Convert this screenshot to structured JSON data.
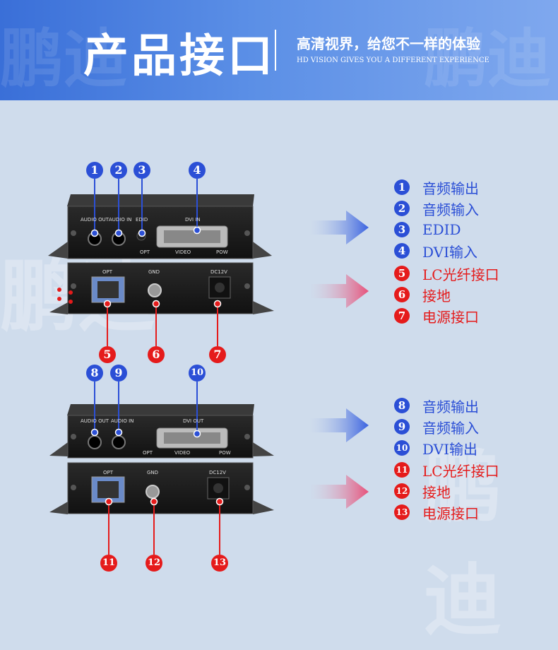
{
  "header": {
    "title": "产品接口",
    "slogan": "高清视界，给您不一样的体验",
    "slogan_en": "HD VISION GIVES YOU A DIFFERENT EXPERIENCE",
    "watermark": "鹏迪"
  },
  "colors": {
    "blue": "#2b4fd6",
    "red": "#e51b1b",
    "header": "#4a7fe0",
    "background": "#cfdcec"
  },
  "device1": {
    "top_labels": [
      "AUDIO OUT",
      "AUDIO IN",
      "EDID",
      "DVI IN",
      "OPT",
      "VIDEO",
      "POW"
    ],
    "bottom_labels": [
      "OPT",
      "GND",
      "DC12V"
    ],
    "callouts_top": [
      "1",
      "2",
      "3",
      "4"
    ],
    "callouts_bottom": [
      "5",
      "6",
      "7"
    ]
  },
  "device2": {
    "top_labels": [
      "AUDIO OUT",
      "AUDIO IN",
      "DVI OUT",
      "OPT",
      "VIDEO",
      "POW"
    ],
    "bottom_labels": [
      "OPT",
      "GND",
      "DC12V"
    ],
    "callouts_top": [
      "8",
      "9",
      "10"
    ],
    "callouts_bottom": [
      "11",
      "12",
      "13"
    ]
  },
  "legend1": [
    {
      "num": "1",
      "text": "音频输出",
      "color": "blue"
    },
    {
      "num": "2",
      "text": "音频输入",
      "color": "blue"
    },
    {
      "num": "3",
      "text": "EDID",
      "color": "blue"
    },
    {
      "num": "4",
      "text": "DVI输入",
      "color": "blue"
    },
    {
      "num": "5",
      "text": "LC光纤接口",
      "color": "red"
    },
    {
      "num": "6",
      "text": "接地",
      "color": "red"
    },
    {
      "num": "7",
      "text": "电源接口",
      "color": "red"
    }
  ],
  "legend2": [
    {
      "num": "8",
      "text": "音频输出",
      "color": "blue"
    },
    {
      "num": "9",
      "text": "音频输入",
      "color": "blue"
    },
    {
      "num": "10",
      "text": "DVI输出",
      "color": "blue"
    },
    {
      "num": "11",
      "text": "LC光纤接口",
      "color": "red"
    },
    {
      "num": "12",
      "text": "接地",
      "color": "red"
    },
    {
      "num": "13",
      "text": "电源接口",
      "color": "red"
    }
  ]
}
